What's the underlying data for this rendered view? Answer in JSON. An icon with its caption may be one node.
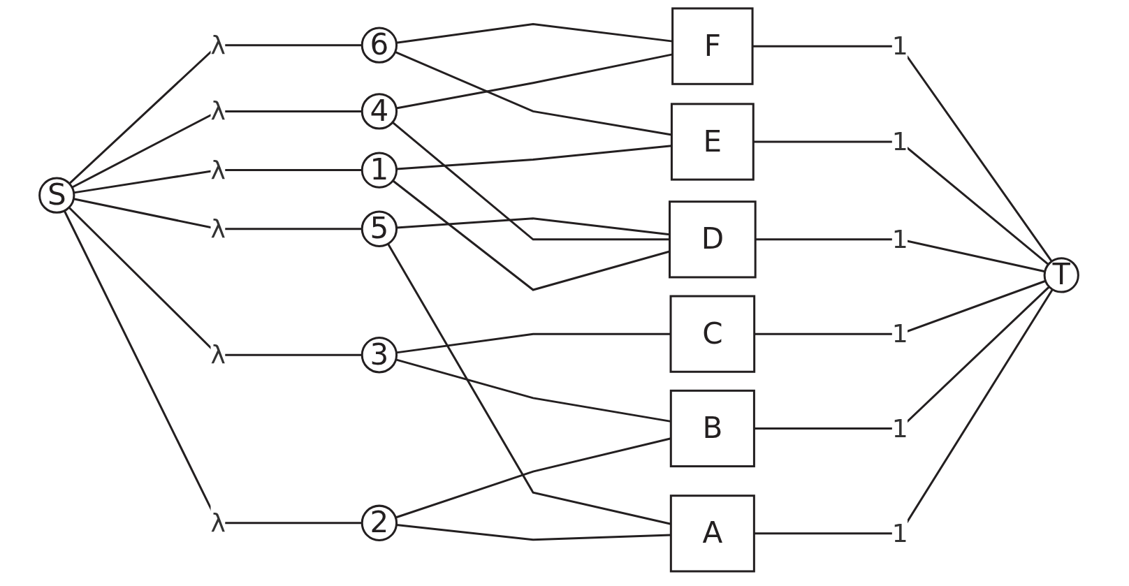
{
  "diagram": {
    "nodes": [
      {
        "text": [
          "S"
        ]
      },
      {
        "text": [
          "6"
        ]
      },
      {
        "text": [
          "5"
        ]
      },
      {
        "text": [
          "4"
        ]
      },
      {
        "text": [
          "3"
        ]
      },
      {
        "text": [
          "2"
        ]
      },
      {
        "text": [
          "1"
        ]
      },
      {
        "text": [
          "F"
        ]
      },
      {
        "text": [
          "E"
        ]
      },
      {
        "text": [
          "D"
        ]
      },
      {
        "text": [
          "C"
        ]
      },
      {
        "text": [
          "B"
        ]
      },
      {
        "text": [
          "A"
        ]
      },
      {
        "text": [
          "T"
        ]
      }
    ],
    "edges": [
      {
        "from": 0,
        "to": 1,
        "arrow": "none",
        "label": "λ"
      },
      {
        "from": 0,
        "to": 2,
        "arrow": "none",
        "label": "λ"
      },
      {
        "from": 0,
        "to": 3,
        "arrow": "none",
        "label": "λ"
      },
      {
        "from": 0,
        "to": 4,
        "arrow": "none",
        "label": "λ"
      },
      {
        "from": 0,
        "to": 5,
        "arrow": "none",
        "label": "λ"
      },
      {
        "from": 0,
        "to": 6,
        "arrow": "none",
        "label": "λ"
      },
      {
        "from": 1,
        "to": 7,
        "arrow": "none"
      },
      {
        "from": 1,
        "to": 8,
        "arrow": "none"
      },
      {
        "from": 2,
        "to": 9,
        "arrow": "none"
      },
      {
        "from": 2,
        "to": 12,
        "arrow": "none"
      },
      {
        "from": 3,
        "to": 7,
        "arrow": "none"
      },
      {
        "from": 3,
        "to": 9,
        "arrow": "none"
      },
      {
        "from": 4,
        "to": 10,
        "arrow": "none"
      },
      {
        "from": 4,
        "to": 11,
        "arrow": "none"
      },
      {
        "from": 5,
        "to": 11,
        "arrow": "none"
      },
      {
        "from": 5,
        "to": 12,
        "arrow": "none"
      },
      {
        "from": 6,
        "to": 8,
        "arrow": "none"
      },
      {
        "from": 6,
        "to": 9,
        "arrow": "none"
      },
      {
        "from": 7,
        "to": 13,
        "arrow": "none",
        "label": "1"
      },
      {
        "from": 8,
        "to": 13,
        "arrow": "none",
        "label": "1"
      },
      {
        "from": 9,
        "to": 13,
        "arrow": "none",
        "label": "1"
      },
      {
        "from": 10,
        "to": 13,
        "arrow": "none",
        "label": "1"
      },
      {
        "from": 11,
        "to": 13,
        "arrow": "none",
        "label": "1"
      },
      {
        "from": 12,
        "to": 13,
        "arrow": "none",
        "label": "1"
      }
    ]
  }
}
